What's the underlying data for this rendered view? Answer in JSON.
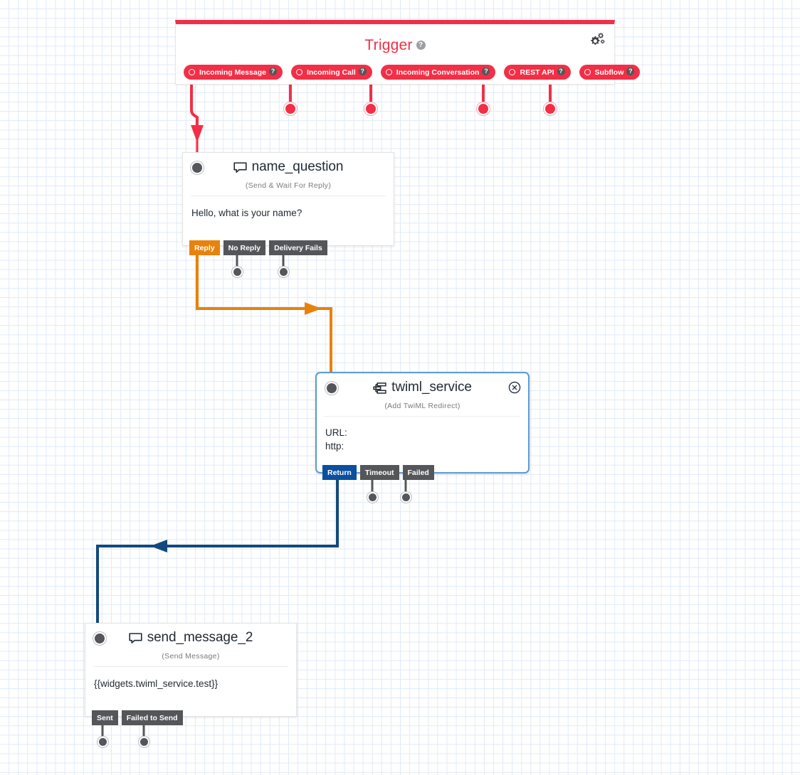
{
  "canvas": {
    "background_color": "#ffffff",
    "grid_color": "#dfeaf7"
  },
  "trigger": {
    "title": "Trigger",
    "help_glyph": "?",
    "accent_color": "#f22f46",
    "settings_icon": "gears-icon",
    "pills": [
      {
        "label": "Incoming Message",
        "help_glyph": "?"
      },
      {
        "label": "Incoming Call",
        "help_glyph": "?"
      },
      {
        "label": "Incoming Conversation",
        "help_glyph": "?"
      },
      {
        "label": "REST API",
        "help_glyph": "?"
      },
      {
        "label": "Subflow",
        "help_glyph": "?"
      }
    ]
  },
  "widgets": [
    {
      "id": "name_question",
      "title": "name_question",
      "subtitle": "(Send & Wait For Reply)",
      "body": "Hello, what is your name?",
      "icon": "chat-bubble-icon",
      "selected": false,
      "transitions": [
        {
          "label": "Reply",
          "style": "orange"
        },
        {
          "label": "No Reply",
          "style": "gray"
        },
        {
          "label": "Delivery Fails",
          "style": "gray"
        }
      ]
    },
    {
      "id": "twiml_service",
      "title": "twiml_service",
      "subtitle": "(Add TwiML Redirect)",
      "body_line_1": "URL:",
      "body_line_2": "http:",
      "icon": "twiml-redirect-icon",
      "close_icon": "close-circle-icon",
      "selected": true,
      "selected_border_color": "#5b9bd5",
      "transitions": [
        {
          "label": "Return",
          "style": "navy"
        },
        {
          "label": "Timeout",
          "style": "gray"
        },
        {
          "label": "Failed",
          "style": "gray"
        }
      ]
    },
    {
      "id": "send_message_2",
      "title": "send_message_2",
      "subtitle": "(Send Message)",
      "body": "{{widgets.twiml_service.test}}",
      "icon": "chat-bubble-icon",
      "selected": false,
      "transitions": [
        {
          "label": "Sent",
          "style": "gray"
        },
        {
          "label": "Failed to Send",
          "style": "gray"
        }
      ]
    }
  ],
  "connections": [
    {
      "from": "trigger.Incoming Message",
      "to": "name_question",
      "color": "#f22f46"
    },
    {
      "from": "name_question.Reply",
      "to": "twiml_service",
      "color": "#e8820c"
    },
    {
      "from": "twiml_service.Return",
      "to": "send_message_2",
      "color": "#0b4f9e"
    }
  ]
}
